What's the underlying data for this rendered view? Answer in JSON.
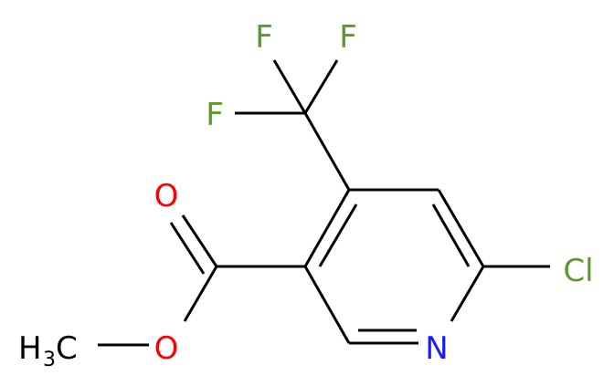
{
  "colors": {
    "bond": "#000000",
    "fluorine": "#5a9a2a",
    "chlorine": "#5a9a2a",
    "oxygen": "#ff0000",
    "nitrogen": "#1a1aff",
    "carbon": "#000000"
  },
  "atoms": {
    "f_top_left": "F",
    "f_top_right": "F",
    "f_left": "F",
    "o_carbonyl": "O",
    "o_ester": "O",
    "chlorine": "Cl",
    "nitrogen": "N",
    "methyl_h": "H",
    "methyl_sub": "3",
    "methyl_c": "C"
  }
}
